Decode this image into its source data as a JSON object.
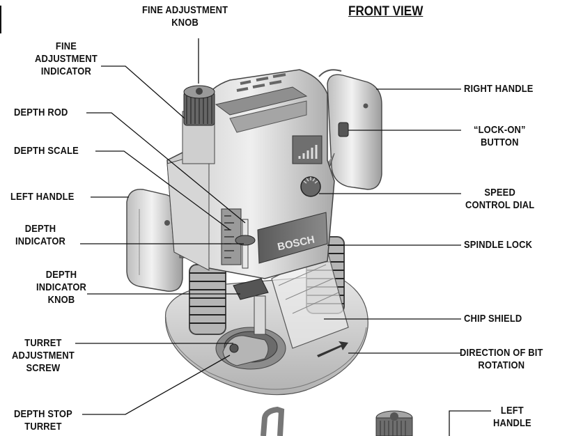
{
  "title": "FRONT VIEW",
  "brand": "BOSCH",
  "labels": {
    "fine_adjustment_knob": "FINE ADJUSTMENT\nKNOB",
    "fine_adjustment_indicator": "FINE\nADJUSTMENT\nINDICATOR",
    "depth_rod": "DEPTH ROD",
    "depth_scale": "DEPTH SCALE",
    "left_handle": "LEFT HANDLE",
    "depth_indicator": "DEPTH\nINDICATOR",
    "depth_indicator_knob": "DEPTH\nINDICATOR\nKNOB",
    "turret_adjustment_screw": "TURRET\nADJUSTMENT\nSCREW",
    "depth_stop_turret": "DEPTH STOP\nTURRET",
    "right_handle": "RIGHT HANDLE",
    "lock_on_button": "“LOCK-ON”\nBUTTON",
    "speed_control_dial": "SPEED\nCONTROL DIAL",
    "spindle_lock": "SPINDLE LOCK",
    "chip_shield": "CHIP SHIELD",
    "direction_of_bit_rotation": "DIRECTION OF BIT\nROTATION",
    "left_handle_bottom": "LEFT\nHANDLE"
  }
}
